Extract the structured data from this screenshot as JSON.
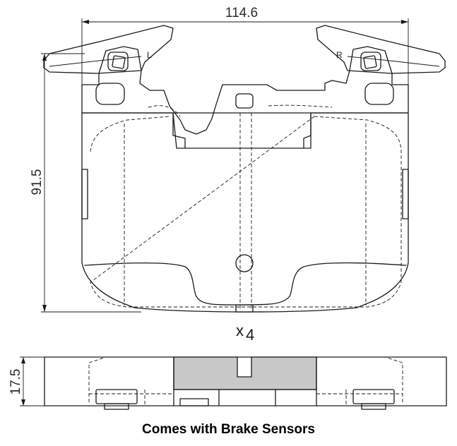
{
  "dimensions": {
    "width": "114.6",
    "height": "91.5",
    "thickness": "17.5"
  },
  "tab_labels": {
    "left": "L",
    "right": "R"
  },
  "quantity": {
    "multiplier": "x",
    "count": "4"
  },
  "caption": "Comes with Brake Sensors",
  "colors": {
    "line": "#1a1a1a",
    "backing_plate_fill": "#c8c8c8",
    "background": "#ffffff"
  }
}
